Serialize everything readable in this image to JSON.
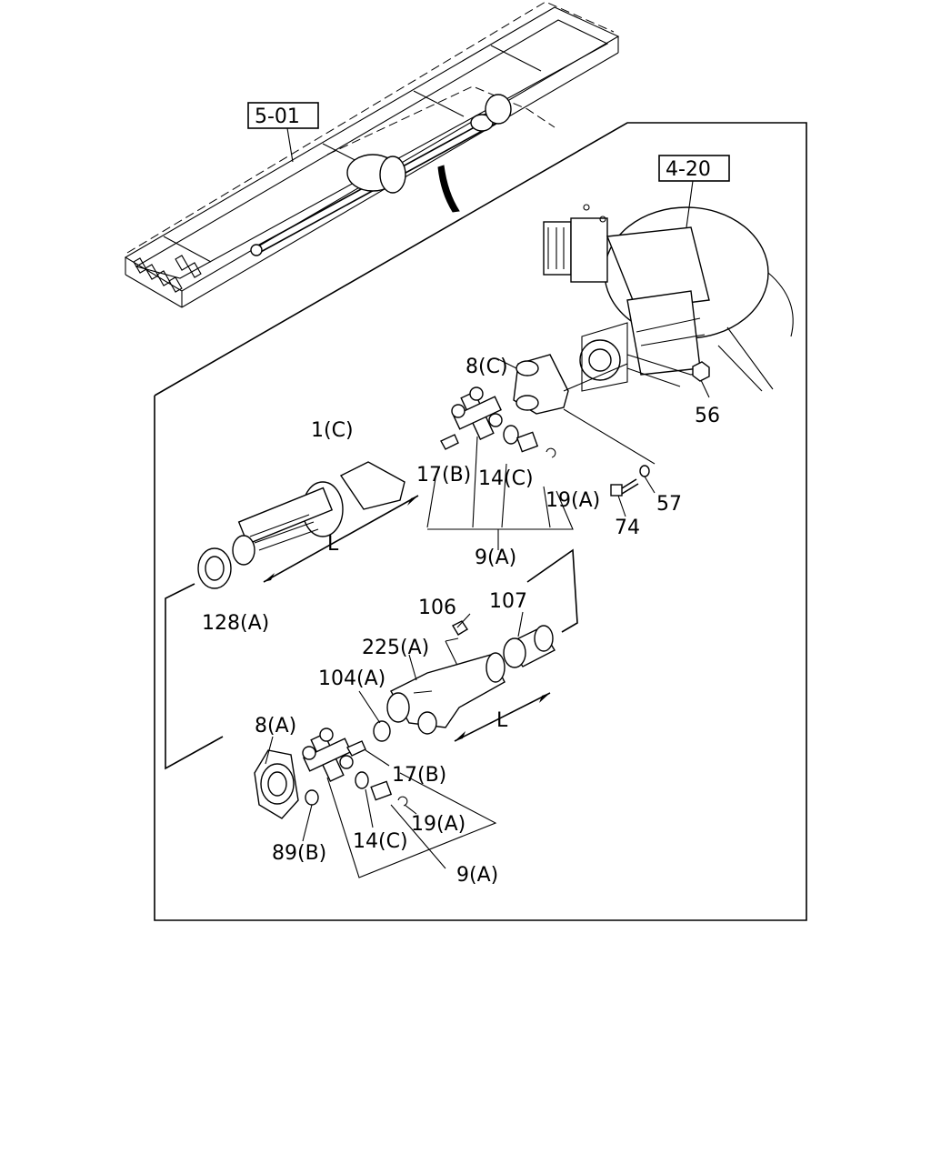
{
  "ref_labels": {
    "frame_ref": "5-01",
    "axle_ref": "4-20"
  },
  "part_labels": {
    "p8c": "8(C)",
    "p56": "56",
    "p1c": "1(C)",
    "p17b_top": "17(B)",
    "p14c_top": "14(C)",
    "p19a_top": "19(A)",
    "p57": "57",
    "p74": "74",
    "p9a_top": "9(A)",
    "L_top": "L",
    "p128a": "128(A)",
    "p106": "106",
    "p107": "107",
    "p225a": "225(A)",
    "p104a": "104(A)",
    "p8a": "8(A)",
    "L_bottom": "L",
    "p17b_bottom": "17(B)",
    "p19a_bottom": "19(A)",
    "p89b": "89(B)",
    "p14c_bottom": "14(C)",
    "p9a_bottom": "9(A)"
  }
}
